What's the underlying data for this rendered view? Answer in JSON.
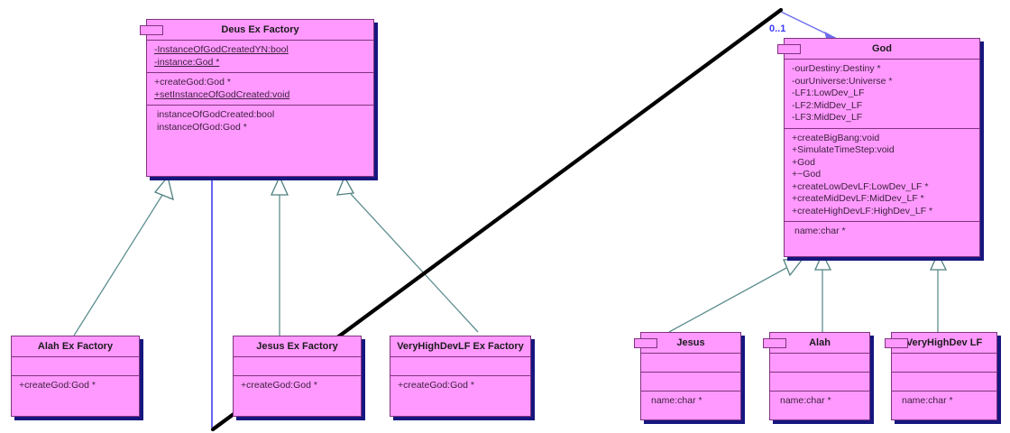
{
  "diagram": {
    "title": "Deus Ex Factory UML class diagram",
    "colors": {
      "class_fill": "#ff99ff",
      "class_border": "#803380",
      "shadow": "#16167f",
      "generalization_line": "#5f8f8f",
      "association_line": "#4040ee",
      "multiplicity_text": "#3a3af0",
      "freehand_line": "#000000"
    }
  },
  "classes": {
    "deus_ex_factory": {
      "name": "Deus Ex Factory",
      "attributes": [
        "-InstanceOfGodCreatedYN:bool",
        "-instance:God *"
      ],
      "operations": [
        "+createGod:God *",
        "+setInstanceOfGodCreated:void"
      ],
      "properties": [
        "instanceOfGodCreated:bool",
        "instanceOfGod:God *"
      ]
    },
    "god": {
      "name": "God",
      "attributes": [
        "-ourDestiny:Destiny *",
        "-ourUniverse:Universe *",
        "-LF1:LowDev_LF",
        "-LF2:MidDev_LF",
        "-LF3:MidDev_LF"
      ],
      "operations": [
        "+createBigBang:void",
        "+SimulateTimeStep:void",
        "+God",
        "+~God",
        "+createLowDevLF:LowDev_LF *",
        "+createMidDevLF:MidDev_LF *",
        "+createHighDevLF:HighDev_LF *"
      ],
      "properties": [
        "name:char *"
      ]
    },
    "alah_ex_factory": {
      "name": "Alah Ex Factory",
      "attributes": [],
      "operations": [
        "+createGod:God *"
      ]
    },
    "jesus_ex_factory": {
      "name": "Jesus Ex Factory",
      "attributes": [],
      "operations": [
        "+createGod:God *"
      ]
    },
    "veryhighdevlf_ex_factory": {
      "name": "VeryHighDevLF Ex Factory",
      "attributes": [],
      "operations": [
        "+createGod:God *"
      ]
    },
    "jesus": {
      "name": "Jesus",
      "attributes": [],
      "operations": [],
      "properties": [
        "name:char *"
      ]
    },
    "alah": {
      "name": "Alah",
      "attributes": [],
      "operations": [],
      "properties": [
        "name:char *"
      ]
    },
    "veryhighdev_lf": {
      "name": "VeryHighDev LF",
      "attributes": [],
      "operations": [],
      "properties": [
        "name:char *"
      ]
    }
  },
  "relationships": {
    "multiplicity_god": "0..1"
  }
}
